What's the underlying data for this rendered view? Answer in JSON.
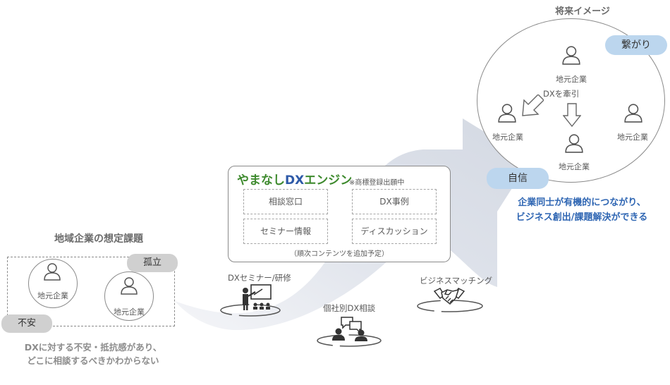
{
  "left": {
    "title": "地域企業の想定課題",
    "company_a": "地元企業",
    "company_b": "地元企業",
    "tag_isolation": "孤立",
    "tag_anxiety": "不安",
    "note_line1": "DXに対する不安・抵抗感があり、",
    "note_line2": "どこに相談するべきかわからない"
  },
  "engine": {
    "title_part1": "やまなし",
    "title_part2": "DX",
    "title_part3": "エンジン",
    "trademark_note": "※商標登録出願中",
    "services": [
      "相談窓口",
      "DX事例",
      "セミナー情報",
      "ディスカッション"
    ],
    "footer": "（順次コンテンツを追加予定）"
  },
  "steps": {
    "seminar": "DXセミナー/研修",
    "consult": "個社別DX相談",
    "matching": "ビジネスマッチング"
  },
  "future": {
    "title": "将来イメージ",
    "tag_connection": "繋がり",
    "tag_confidence": "自信",
    "company_top": "地元企業",
    "company_left": "地元企業",
    "company_center": "地元企業",
    "company_right": "地元企業",
    "lead_label": "DXを牽引",
    "note_line1": "企業同士が有機的につながり、",
    "note_line2": "ビジネス創出/課題解決ができる"
  },
  "colors": {
    "engine_green": "#3e8a2e",
    "engine_blue": "#2e5aa8",
    "tag_blue": "#bcd6ee",
    "tag_gray": "#d0d0d0",
    "note_blue": "#2f66b3",
    "arrow_fill": "#dfe3eb"
  },
  "icons": [
    "person-icon",
    "presentation-icon",
    "discussion-icon",
    "handshake-icon",
    "arrow-down-icon",
    "arrow-down-left-icon"
  ]
}
